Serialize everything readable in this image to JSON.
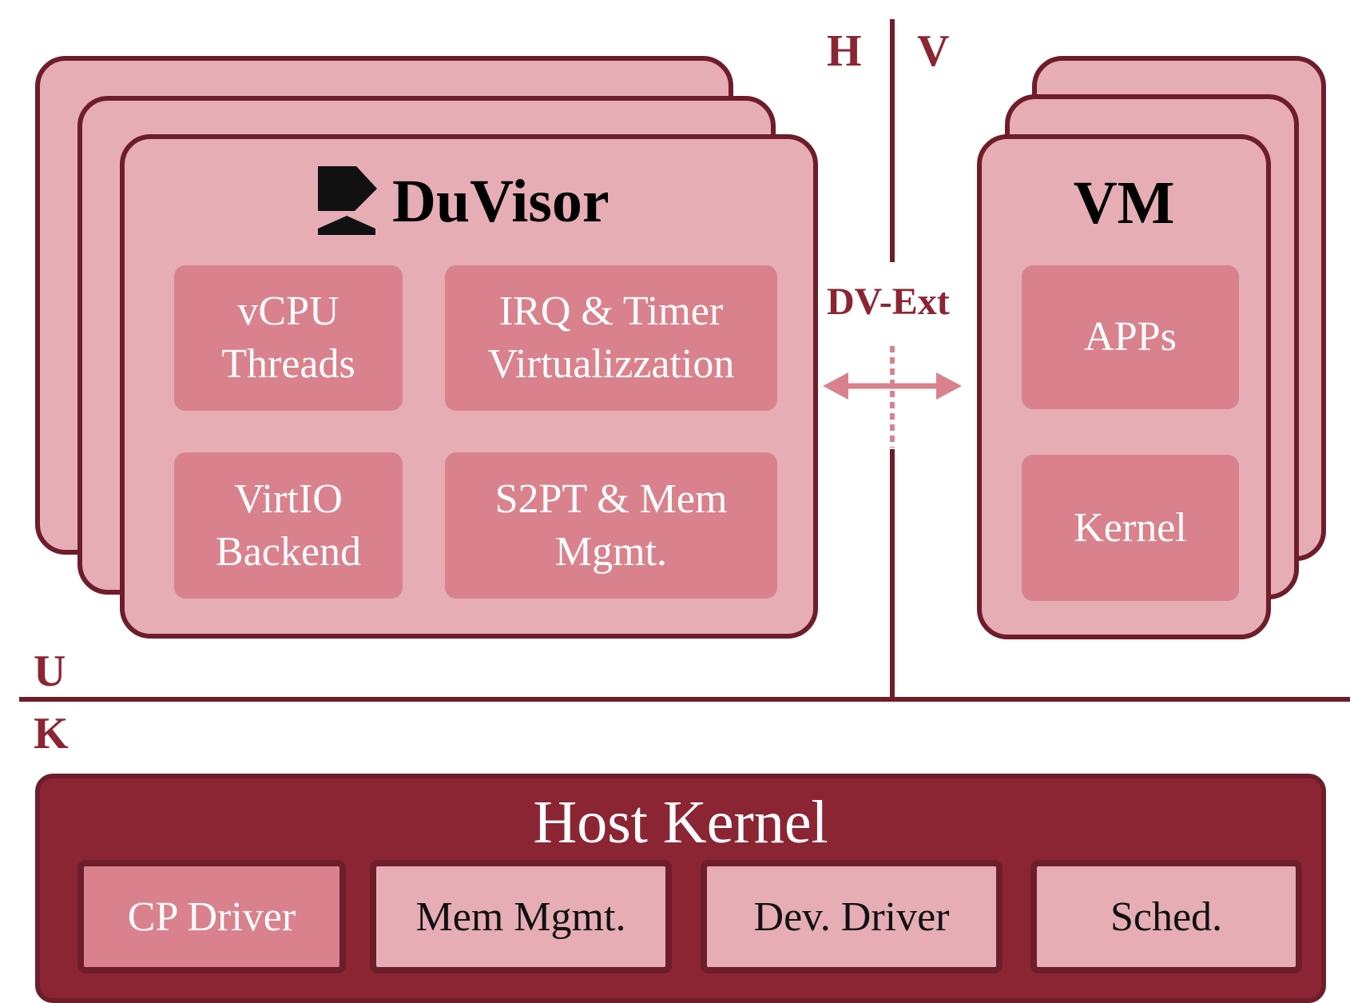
{
  "colors": {
    "box_fill": "#e6adb5",
    "inner_fill": "#d9828d",
    "dark_red": "#8b2534",
    "border": "#6e1d2a",
    "arrow": "#d9828d"
  },
  "labels": {
    "h": "H",
    "v": "V",
    "u": "U",
    "k": "K",
    "dv_ext": "DV-Ext"
  },
  "duvisor": {
    "title": "DuVisor",
    "logo_icon": "duvisor-logo-icon",
    "components": [
      {
        "label": "vCPU\nThreads"
      },
      {
        "label": "IRQ & Timer\nVirtualizzation"
      },
      {
        "label": "VirtIO\nBackend"
      },
      {
        "label": "S2PT & Mem\nMgmt."
      }
    ]
  },
  "vm": {
    "title": "VM",
    "components": [
      {
        "label": "APPs"
      },
      {
        "label": "Kernel"
      }
    ]
  },
  "host_kernel": {
    "title": "Host Kernel",
    "components": [
      {
        "label": "CP Driver"
      },
      {
        "label": "Mem Mgmt."
      },
      {
        "label": "Dev. Driver"
      },
      {
        "label": "Sched."
      }
    ]
  }
}
